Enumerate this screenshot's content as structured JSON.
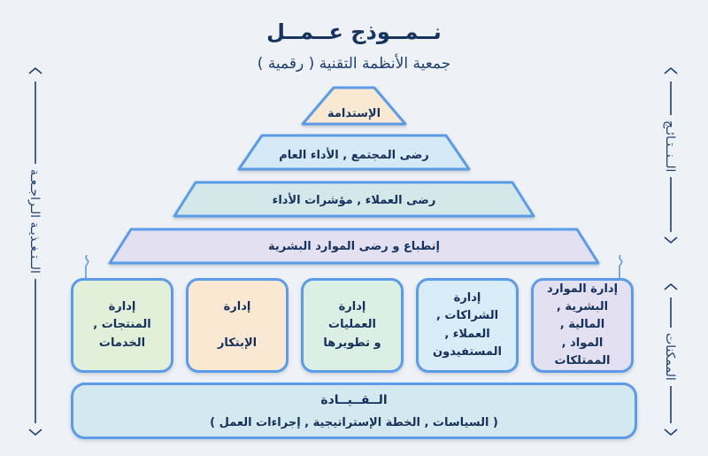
{
  "title": "نــمــوذج عــمــل",
  "subtitle": "جمعية الأنظمة التقنية ( رقمية )",
  "side_labels": {
    "right_top": "الــنــتـائـج",
    "right_bottom": "الممكنات",
    "left": "الــتـغـذيـة الـراجـعـة"
  },
  "pyramid": [
    {
      "label": "الإستدامة"
    },
    {
      "label": "رضى المجتمع , الأداء العام"
    },
    {
      "label": "رضى العملاء , مؤشرات الأداء"
    },
    {
      "label": "إنطباع و رضى الموارد البشرية"
    }
  ],
  "enablers": [
    {
      "label": "إدارة الموارد\nالبشرية ,\nالمالية ,\nالمواد ,\nالممتلكات"
    },
    {
      "label": "إدارة\nالشراكات ,\nالعملاء ,\nالمستفيدون"
    },
    {
      "label": "إدارة\nالعمليات\nو تطويرها"
    },
    {
      "label": "إدارة\n\nالإبتكار"
    },
    {
      "label": "إدارة\nالمنتجات ,\nالخدمات"
    }
  ],
  "base": {
    "title": "الــقــيــادة",
    "subtitle": "( السياسات , الخطة الإستراتيجية , إجراءات العمل )"
  },
  "colors": {
    "outline": "#5b9be8",
    "pyramid_fills": [
      "#f9e8d2",
      "#d6e9f6",
      "#d4e8ea",
      "#e3e0f2"
    ],
    "enabler_fills": [
      "#e3e0f2",
      "#d8ecf7",
      "#dcefe4",
      "#fbe8d3",
      "#e2f0d9"
    ],
    "base_fill": "#d3e9ef"
  }
}
